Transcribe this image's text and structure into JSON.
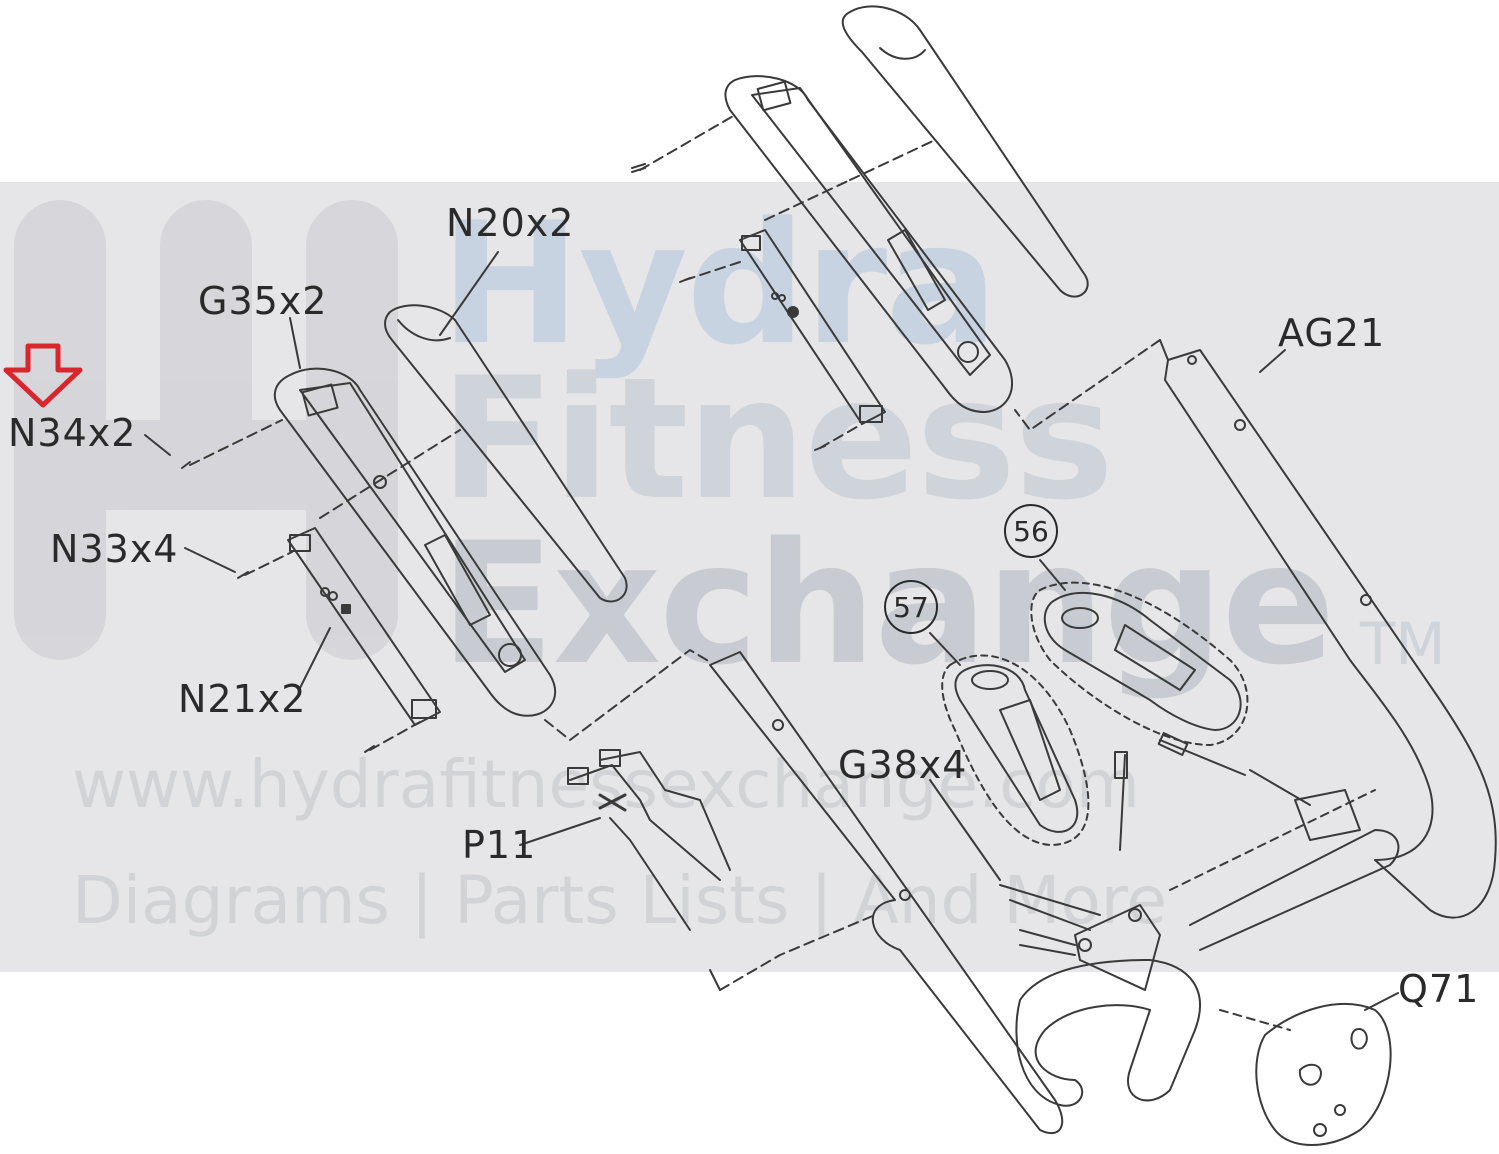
{
  "watermark": {
    "word1": "Hydra",
    "word2": "Fitness",
    "word3": "Exchange",
    "tm": "TM",
    "url": "www.hydrafitnessexchange.com",
    "tagline": "Diagrams | Parts Lists | And More"
  },
  "callouts": {
    "n20": "N20x2",
    "g35": "G35x2",
    "n34": "N34x2",
    "n33": "N33x4",
    "n21": "N21x2",
    "p11": "P11",
    "g38": "G38x4",
    "ag21": "AG21",
    "q71": "Q71",
    "c56": "56",
    "c57": "57"
  },
  "highlight": {
    "arrow_color": "#d9262c",
    "target": "N34x2"
  },
  "colors": {
    "band": "#e6e6e8",
    "line": "#3a3a3a"
  }
}
